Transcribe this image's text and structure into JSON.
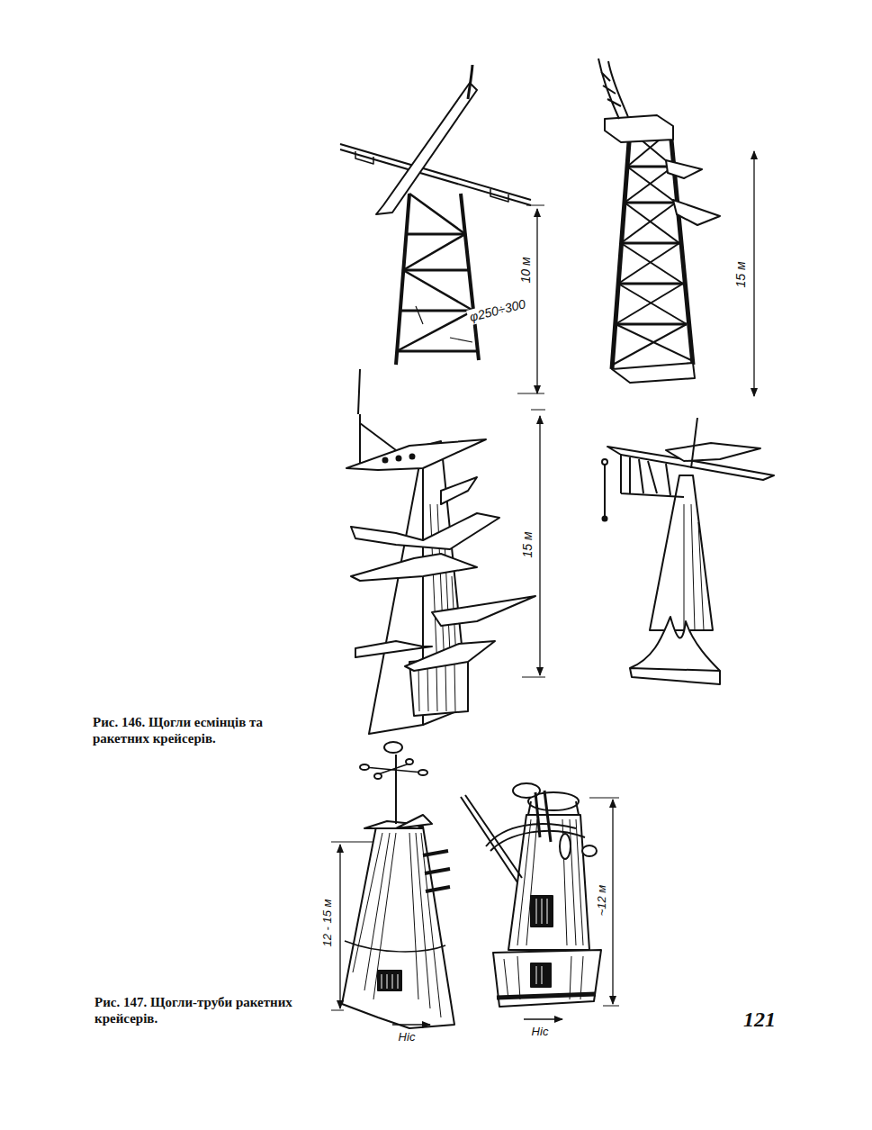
{
  "diagram": {
    "labels": [
      "10 м",
      "φ250÷300",
      "15 м",
      "15 м",
      "Рис. 146. Щогли есмінців та ракетних крейсерів.",
      "12 - 15 м",
      "~12 м",
      "Ніс",
      "Ніс",
      "Рис. 147. Щогли-труби ракетних крейсерів.",
      "121"
    ]
  }
}
